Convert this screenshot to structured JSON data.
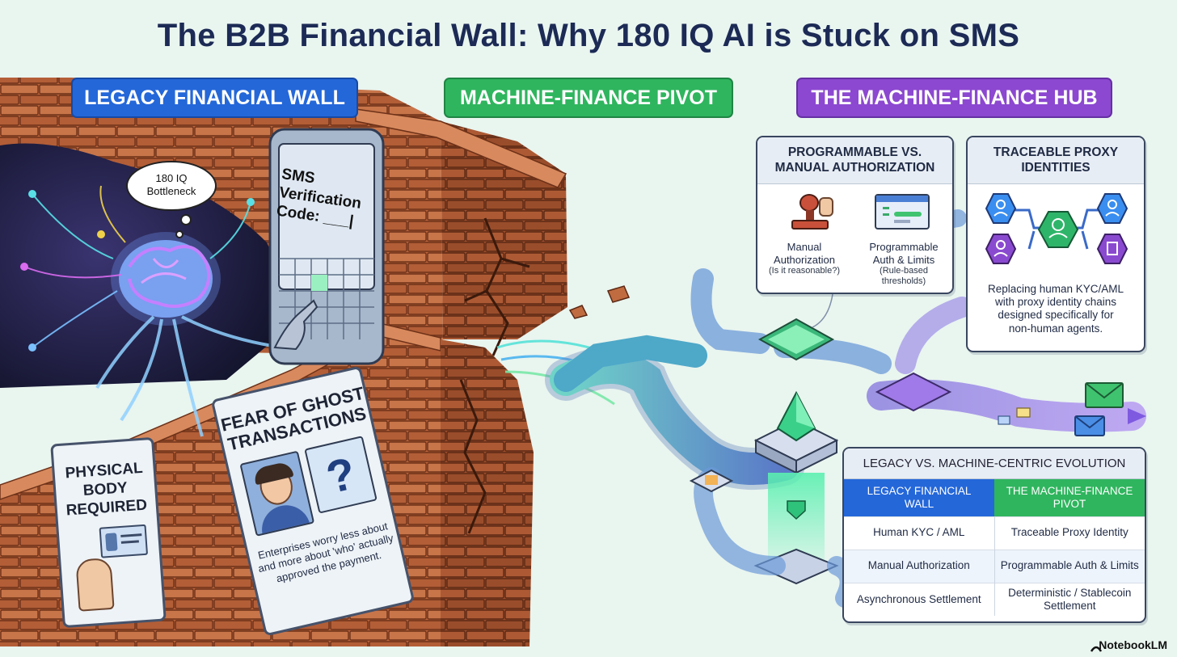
{
  "title": "The B2B Financial Wall: Why 180 IQ AI is Stuck on SMS",
  "sections": {
    "legacy": "LEGACY FINANCIAL WALL",
    "pivot": "MACHINE-FINANCE PIVOT",
    "hub": "THE MACHINE-FINANCE HUB"
  },
  "wall": {
    "bubble_line1": "180 IQ",
    "bubble_line2": "Bottleneck",
    "phone_line1": "SMS",
    "phone_line2": "Verification",
    "phone_line3": "Code: ___|",
    "sign_body_line1": "PHYSICAL",
    "sign_body_line2": "BODY",
    "sign_body_line3": "REQUIRED",
    "sign_ghost_line1": "FEAR OF GHOST",
    "sign_ghost_line2": "TRANSACTIONS",
    "sign_ghost_caption_line1": "Enterprises worry less about",
    "sign_ghost_caption_line2": "and more about 'who' actually",
    "sign_ghost_caption_line3": "approved the payment.",
    "question_mark": "?"
  },
  "auth_panel": {
    "title_line1": "PROGRAMMABLE VS.",
    "title_line2": "MANUAL AUTHORIZATION",
    "manual_line1": "Manual",
    "manual_line2": "Authorization",
    "manual_note": "(Is it reasonable?)",
    "prog_line1": "Programmable",
    "prog_line2": "Auth & Limits",
    "prog_note_line1": "(Rule-based",
    "prog_note_line2": "thresholds)"
  },
  "trace_panel": {
    "title_line1": "TRACEABLE PROXY",
    "title_line2": "IDENTITIES",
    "body_line1": "Replacing human KYC/AML",
    "body_line2": "with proxy identity chains",
    "body_line3": "designed specifically for",
    "body_line4": "non-human agents."
  },
  "evolution_table": {
    "title": "LEGACY VS. MACHINE-CENTRIC EVOLUTION",
    "col_legacy_line1": "LEGACY FINANCIAL",
    "col_legacy_line2": "WALL",
    "col_machine_line1": "THE MACHINE-FINANCE",
    "col_machine_line2": "PIVOT",
    "r1_legacy": "Human KYC / AML",
    "r1_machine": "Traceable Proxy Identity",
    "r2_legacy": "Manual Authorization",
    "r2_machine": "Programmable Auth & Limits",
    "r3_legacy": "Asynchronous Settlement",
    "r3_machine_line1": "Deterministic / Stablecoin",
    "r3_machine_line2": "Settlement"
  },
  "footer": "NotebookLM",
  "colors": {
    "blue": "#2467d9",
    "green": "#2fb55e",
    "purple": "#8c48d0",
    "brick": "#b8613a"
  }
}
